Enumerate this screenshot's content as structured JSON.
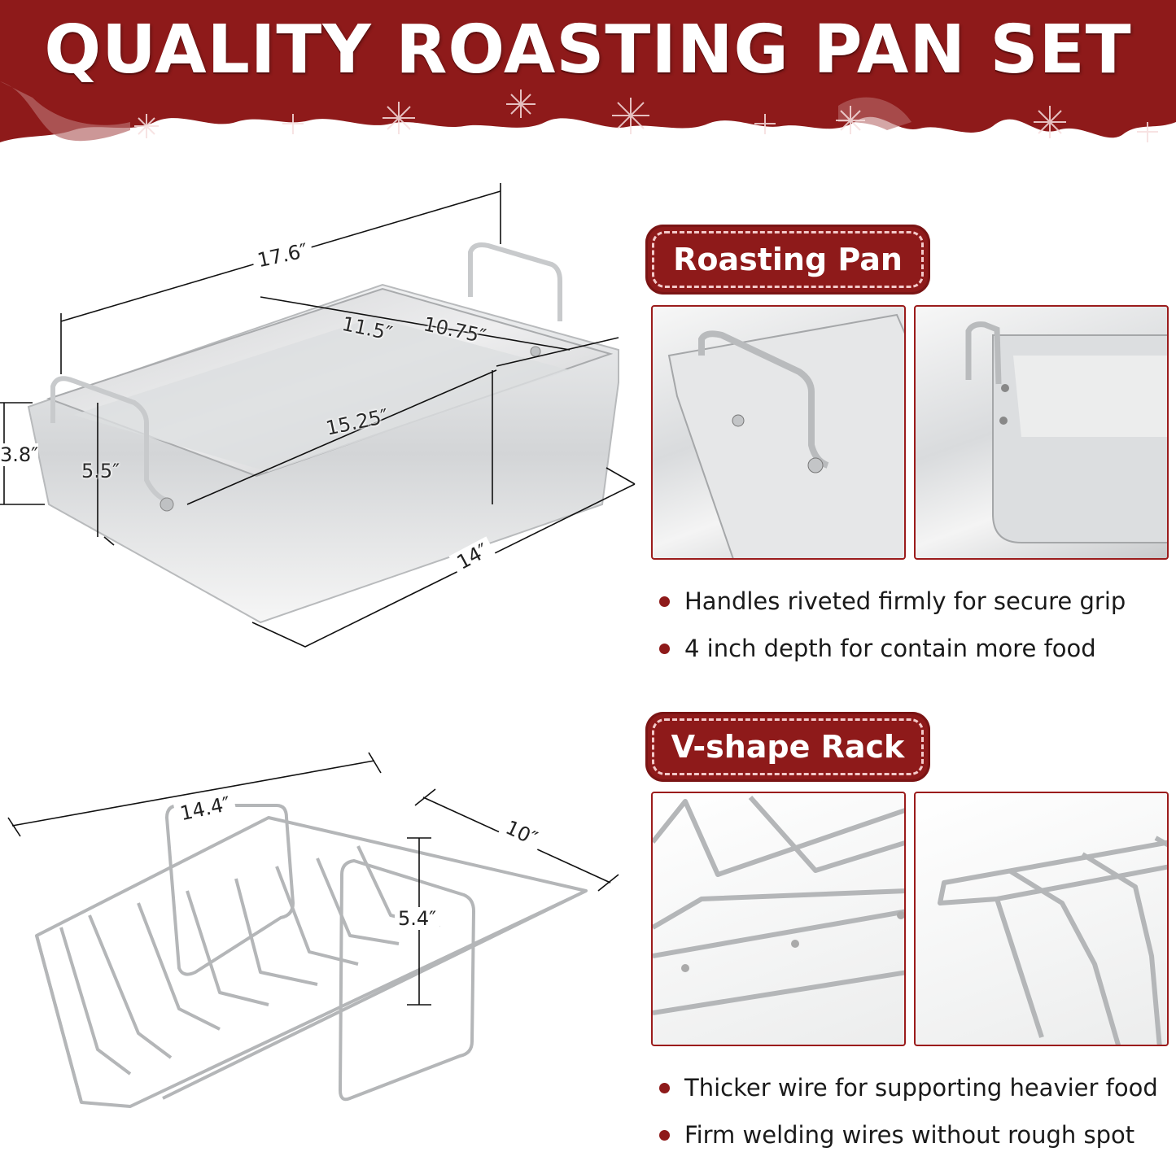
{
  "banner": {
    "title": "QUALITY ROASTING PAN SET",
    "background_color": "#8e1a1a",
    "decoration": "snowflake-icon"
  },
  "pan_diagram": {
    "dimensions": {
      "overall_length": "17.6″",
      "inner_width_top": "11.5″",
      "inner_width_bottom": "10.75″",
      "inner_length": "15.25″",
      "depth": "3.8″",
      "handle_height": "5.5″",
      "outer_width": "14″"
    }
  },
  "rack_diagram": {
    "dimensions": {
      "length": "14.4″",
      "width": "10″",
      "height": "5.4″"
    }
  },
  "sections": [
    {
      "tag": "Roasting Pan",
      "photos": [
        "pan-handle-closeup",
        "pan-corner-closeup"
      ],
      "bullets": [
        "Handles riveted firmly for secure grip",
        "4 inch depth for contain more food"
      ]
    },
    {
      "tag": "V-shape Rack",
      "photos": [
        "rack-wire-closeup",
        "rack-frame-closeup"
      ],
      "bullets": [
        "Thicker wire for supporting heavier food",
        "Firm welding wires without rough spot"
      ]
    }
  ],
  "colors": {
    "accent": "#8e1a1a",
    "stitch": "#f3c9c9",
    "text": "#1a1a1a"
  }
}
